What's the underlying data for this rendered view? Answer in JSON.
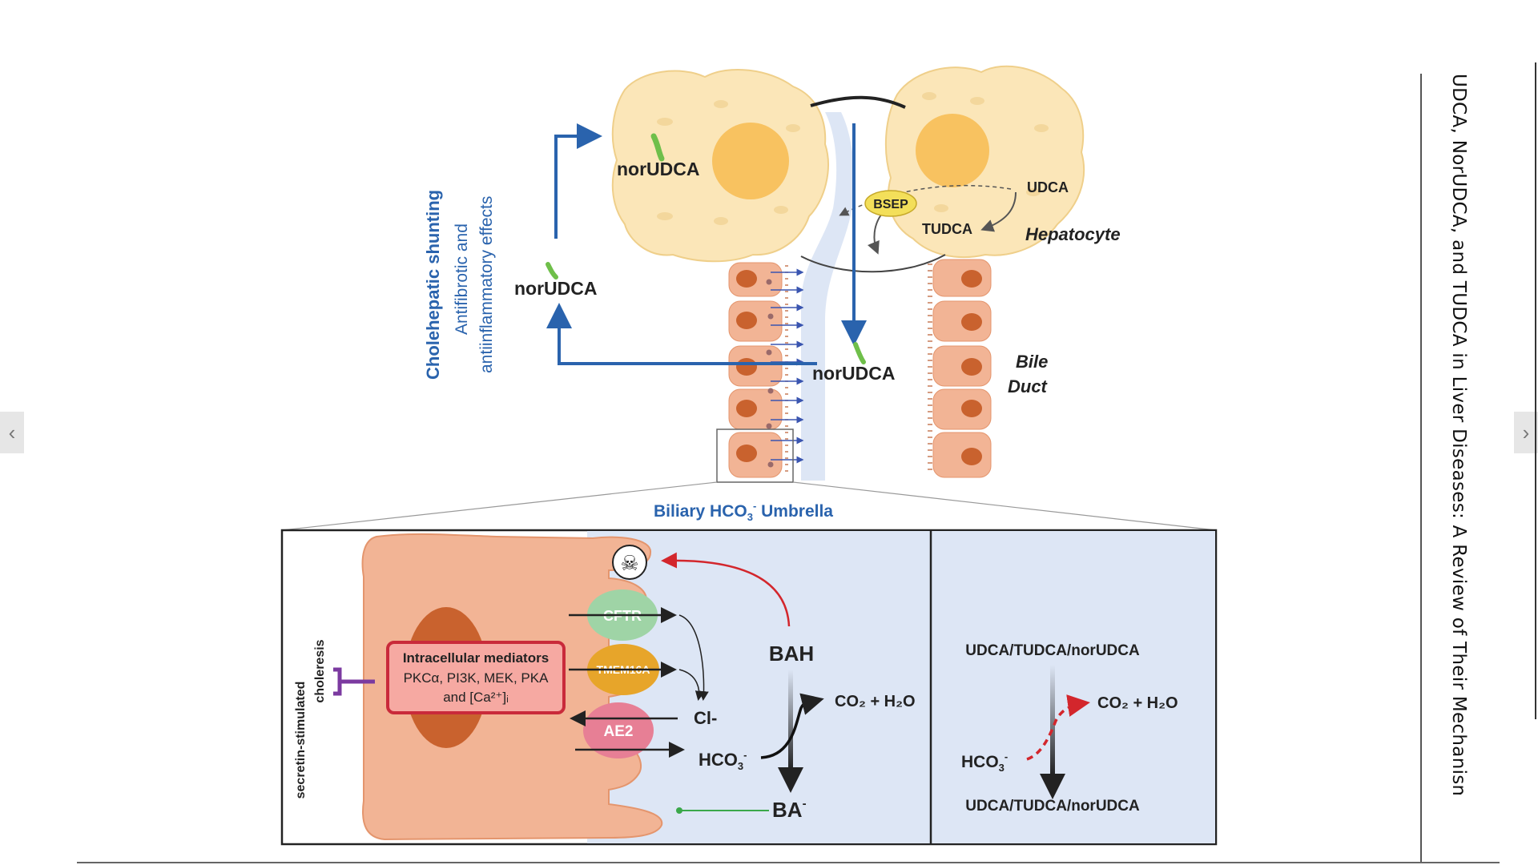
{
  "labels": {
    "norudca_hep": "norUDCA",
    "norudca_left": "norUDCA",
    "norudca_duct": "norUDCA",
    "bsep": "BSEP",
    "udca": "UDCA",
    "tudca": "TUDCA",
    "hepatocyte": "Hepatocyte",
    "bile": "Bile",
    "duct": "Duct",
    "cholehepatic": "Cholehepatic shunting",
    "antifibrotic": "Antifibrotic and",
    "antiinflammatory": "antiinflammatory effects",
    "umbrella_main": "Biliary HCO",
    "umbrella_sub": "3",
    "umbrella_sup": "-",
    "umbrella_tail": " Umbrella",
    "secretin_1": "secretin-stimulated",
    "secretin_2": "choleresis",
    "mediators_title": "Intracellular mediators",
    "mediators_line2": "PKCα, PI3K, MEK, PKA",
    "mediators_line3": "and [Ca²⁺]ᵢ",
    "cftr": "CFTR",
    "tmem16a": "TMEM16A",
    "ae2": "AE2",
    "cl": "Cl-",
    "hco3_a": "HCO",
    "hco3_a_sub": "3",
    "hco3_a_sup": "-",
    "bah": "BAH",
    "co2h2o_a": "CO₂ + H₂O",
    "ba": "BA",
    "ba_sup": "-",
    "udca_mix_top": "UDCA/TUDCA/norUDCA",
    "udca_mix_bottom": "UDCA/TUDCA/norUDCA",
    "co2h2o_b": "CO₂ + H₂O",
    "hco3_b": "HCO",
    "hco3_b_sub": "3",
    "hco3_b_sup": "-"
  },
  "side_title": "UDCA, NorUDCA, and TUDCA in Liver Diseases: A Review of Their Mechanisms of . . .",
  "nav": {
    "prev": "‹",
    "next": "›"
  },
  "colors": {
    "hepatocyte_fill": "#fbe6b8",
    "nucleus": "#f8c260",
    "cholangiocyte": "#f2b495",
    "cholangiocyte_nucleus": "#c9622e",
    "lumen": "#dde6f5",
    "blue_arrow": "#2a63ad",
    "cftr": "#9fd4a6",
    "tmem16a": "#e7a52a",
    "ae2": "#e77f95",
    "mediators_border": "#c92a3a",
    "mediators_fill": "#f6a9a2",
    "secretin_receptor": "#7b3aa0",
    "red_arrow": "#d3262c",
    "check_green": "#6fbf4a"
  },
  "icons": [
    "skull-crossbones-icon",
    "checkmark-icon",
    "bsep-transporter-icon",
    "receptor-icon"
  ]
}
